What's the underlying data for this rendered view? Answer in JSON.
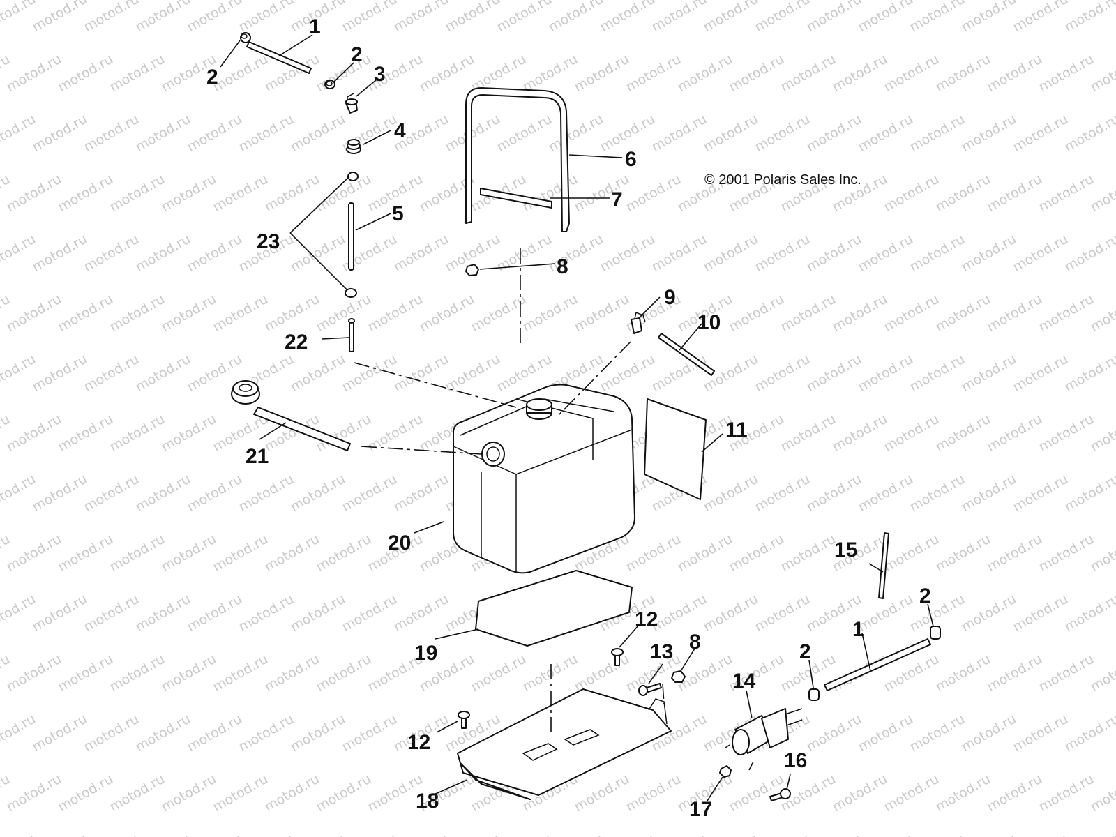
{
  "copyright": "© 2001 Polaris Sales Inc.",
  "watermark": "motod.ru",
  "callouts": [
    {
      "id": "c1a",
      "text": "1"
    },
    {
      "id": "c2a",
      "text": "2"
    },
    {
      "id": "c2b",
      "text": "2"
    },
    {
      "id": "c3",
      "text": "3"
    },
    {
      "id": "c4",
      "text": "4"
    },
    {
      "id": "c5",
      "text": "5"
    },
    {
      "id": "c6",
      "text": "6"
    },
    {
      "id": "c7",
      "text": "7"
    },
    {
      "id": "c8a",
      "text": "8"
    },
    {
      "id": "c9",
      "text": "9"
    },
    {
      "id": "c10",
      "text": "10"
    },
    {
      "id": "c11",
      "text": "11"
    },
    {
      "id": "c12a",
      "text": "12"
    },
    {
      "id": "c12b",
      "text": "12"
    },
    {
      "id": "c13",
      "text": "13"
    },
    {
      "id": "c8b",
      "text": "8"
    },
    {
      "id": "c14",
      "text": "14"
    },
    {
      "id": "c15",
      "text": "15"
    },
    {
      "id": "c2c",
      "text": "2"
    },
    {
      "id": "c2d",
      "text": "2"
    },
    {
      "id": "c1b",
      "text": "1"
    },
    {
      "id": "c16",
      "text": "16"
    },
    {
      "id": "c17",
      "text": "17"
    },
    {
      "id": "c18",
      "text": "18"
    },
    {
      "id": "c19",
      "text": "19"
    },
    {
      "id": "c20",
      "text": "20"
    },
    {
      "id": "c21",
      "text": "21"
    },
    {
      "id": "c22",
      "text": "22"
    },
    {
      "id": "c23",
      "text": "23"
    }
  ]
}
